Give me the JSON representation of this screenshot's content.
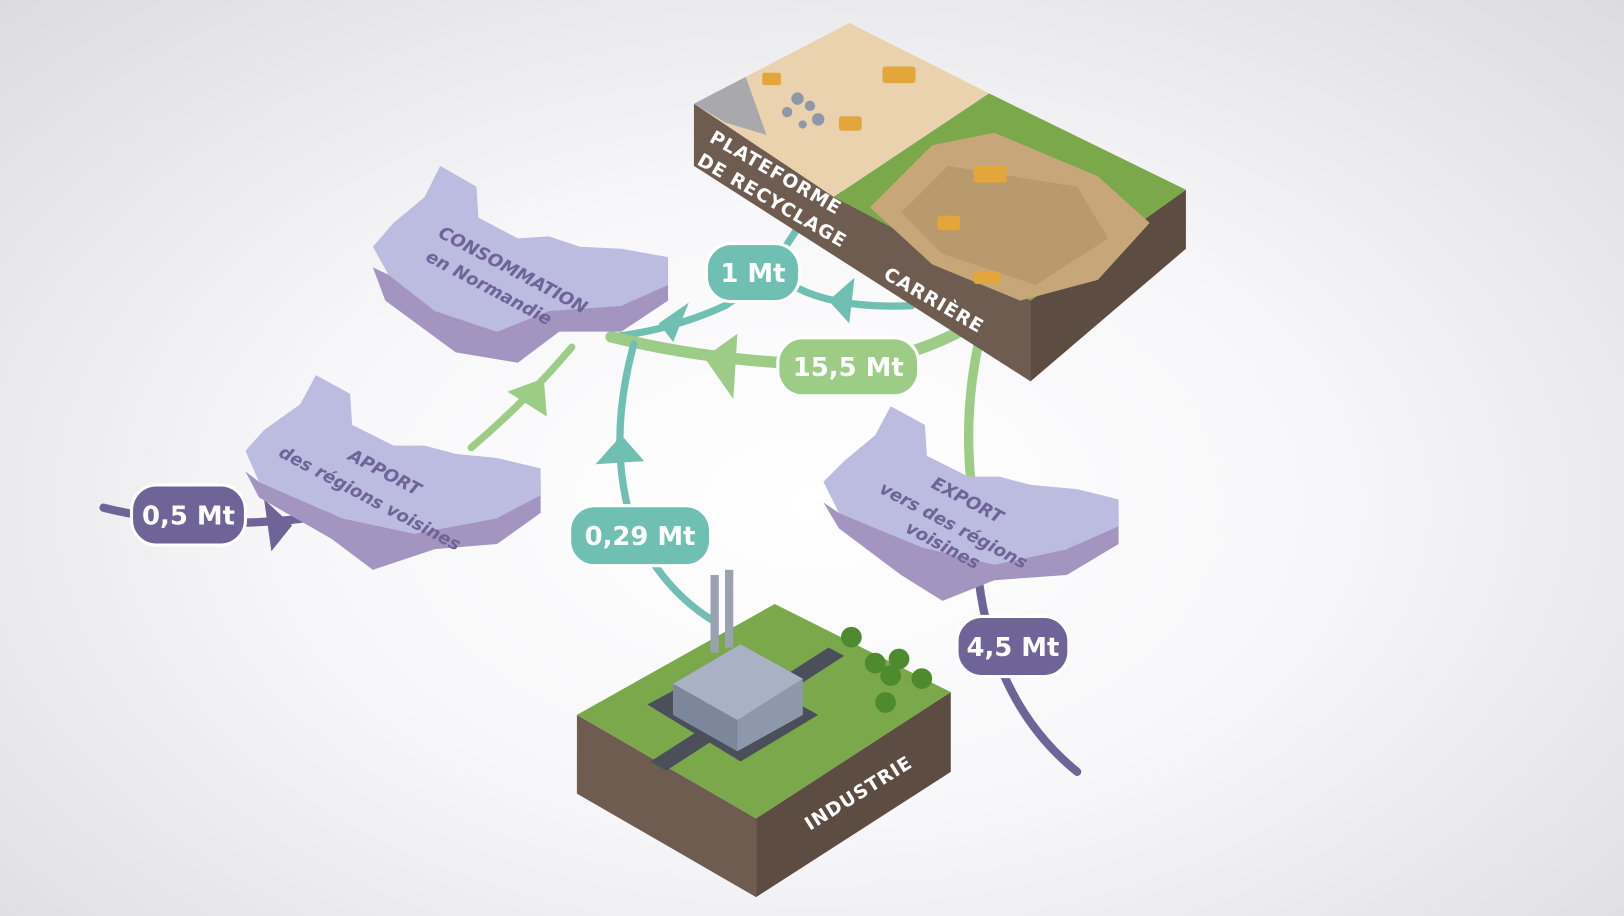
{
  "colors": {
    "teal": "#6fbfb2",
    "green": "#9ccc85",
    "purple": "#6e6497",
    "region": "#bcbbe0",
    "region_side": "#a395c0",
    "soil": "#6e5c50",
    "grass": "#7aa84a",
    "sand": "#e9d2ad"
  },
  "nodes": {
    "consommation": {
      "line1": "CONSOMMATION",
      "line2": "en Normandie"
    },
    "apport": {
      "line1": "APPORT",
      "line2": "des régions voisines"
    },
    "export": {
      "line1": "EXPORT",
      "line2": "vers des régions",
      "line3": "voisines"
    },
    "recyclage": {
      "line1": "PLATEFORME",
      "line2": "DE RECYCLAGE"
    },
    "carriere": {
      "label": "CARRIÈRE"
    },
    "industrie": {
      "label": "INDUSTRIE"
    }
  },
  "flows": [
    {
      "label": "1 Mt",
      "from": "recyclage",
      "to": "consommation",
      "color": "teal"
    },
    {
      "label": "15,5 Mt",
      "from": "carriere",
      "to": "consommation",
      "color": "green"
    },
    {
      "label": "0,29 Mt",
      "from": "industrie",
      "to": "consommation",
      "color": "teal"
    },
    {
      "label": "0,5 Mt",
      "from": "outside",
      "to": "apport",
      "color": "purple"
    },
    {
      "label": "4,5 Mt",
      "from": "export",
      "to": "outside",
      "color": "purple"
    }
  ]
}
